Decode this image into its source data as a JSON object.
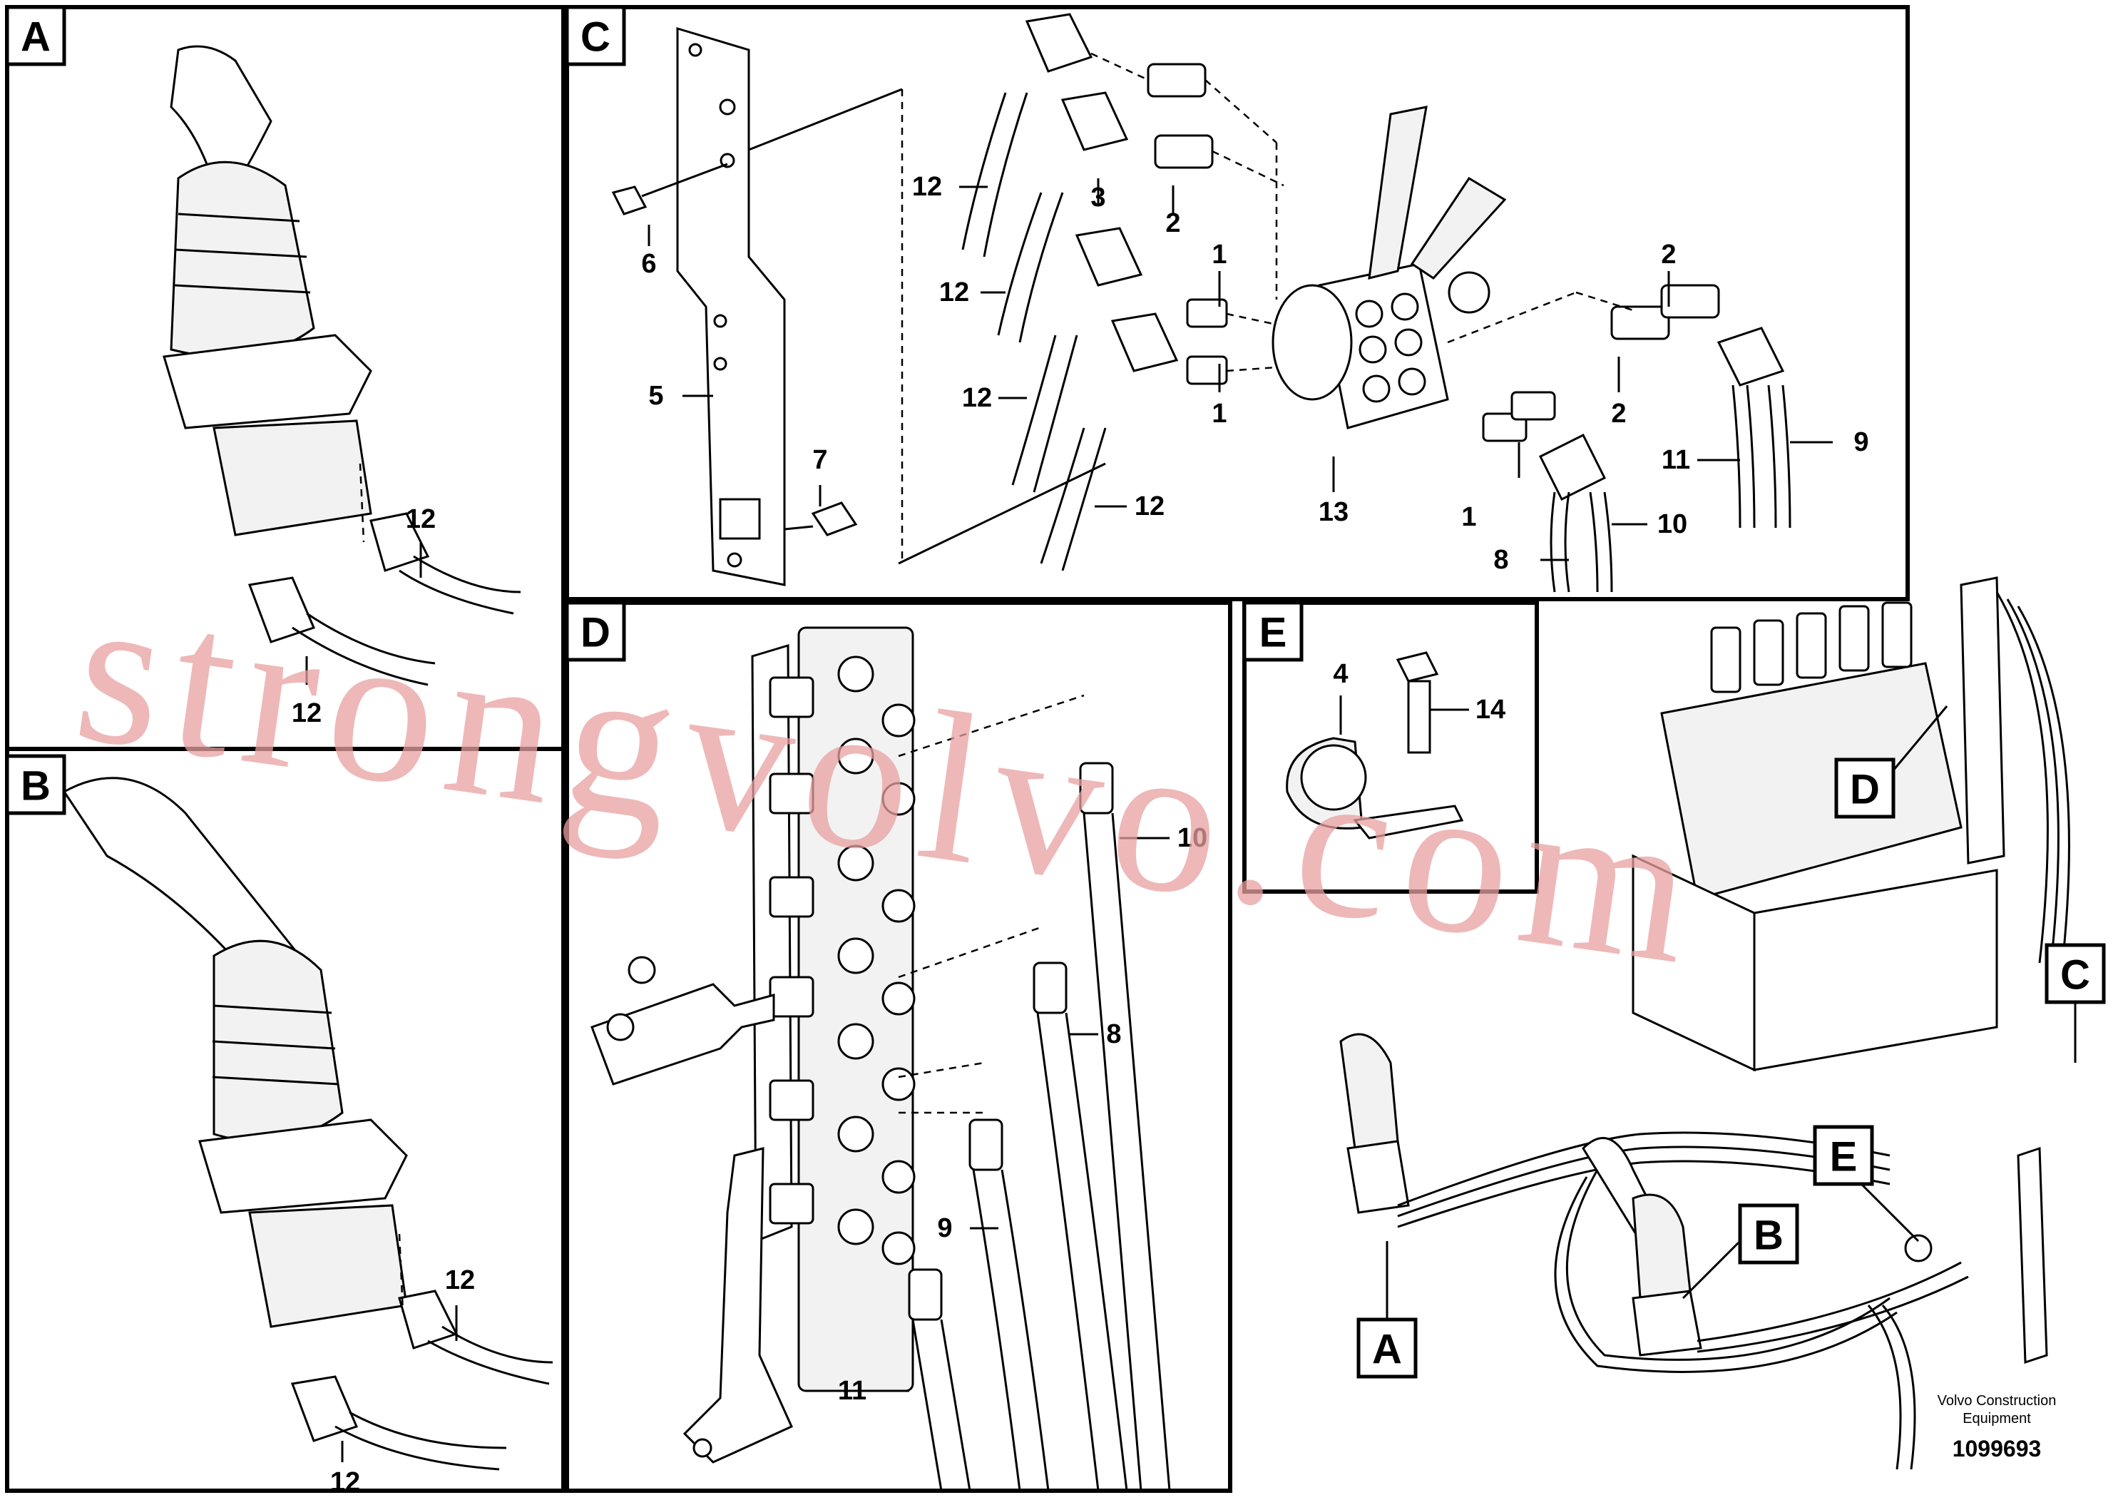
{
  "panels": {
    "A": {
      "tag": "A",
      "labels": [
        "12",
        "12"
      ]
    },
    "B": {
      "tag": "B",
      "labels": [
        "12",
        "12"
      ]
    },
    "C": {
      "tag": "C",
      "labels": [
        "12",
        "3",
        "2",
        "6",
        "12",
        "1",
        "2",
        "5",
        "12",
        "1",
        "2",
        "7",
        "12",
        "11",
        "9",
        "13",
        "1",
        "10",
        "8"
      ]
    },
    "D": {
      "tag": "D",
      "labels": [
        "10",
        "8",
        "9",
        "11"
      ]
    },
    "E": {
      "tag": "E",
      "labels": [
        "4",
        "14"
      ]
    },
    "overview": {
      "callouts": [
        "D",
        "C",
        "E",
        "B",
        "A"
      ]
    }
  },
  "watermark": "strongvolvo.com",
  "footer": {
    "company_line1": "Volvo Construction",
    "company_line2": "Equipment",
    "drawing_number": "1099693"
  }
}
